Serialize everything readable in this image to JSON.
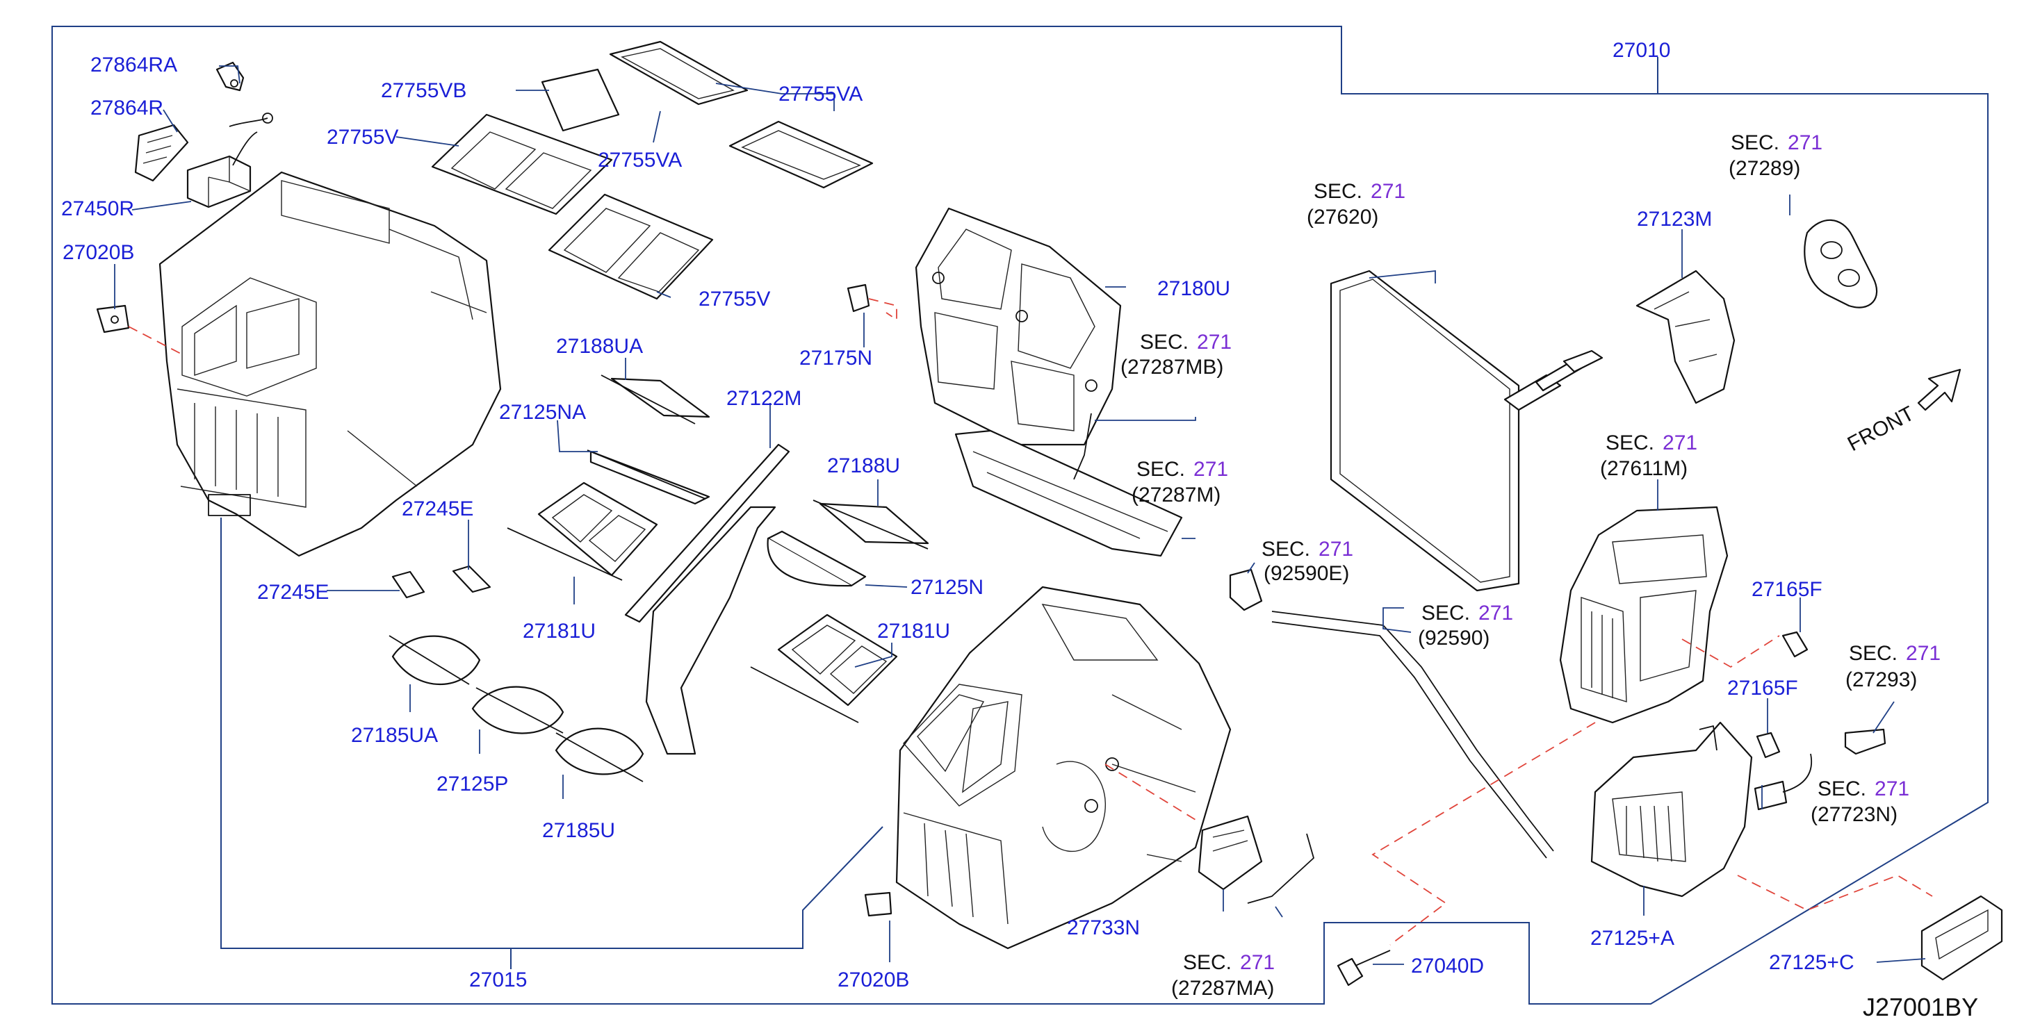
{
  "diagram": {
    "drawing_number": "J27001BY",
    "front_label": "FRONT",
    "sec_prefix": "SEC.",
    "sec_number": "271",
    "colors": {
      "part_number": "#1a1fd6",
      "section_number": "#7a2ed4",
      "leader": "#1f3f86",
      "dashed_guide": "#e0443a",
      "text": "#111111"
    },
    "part_numbers": {
      "p27010": "27010",
      "p27015": "27015",
      "p27864RA": "27864RA",
      "p27864R": "27864R",
      "p27450R": "27450R",
      "p27020B_top": "27020B",
      "p27020B_bottom": "27020B",
      "p27755VB": "27755VB",
      "p27755V_top": "27755V",
      "p27755VA_mid": "27755VA",
      "p27755VA_right": "27755VA",
      "p27755V_bottom": "27755V",
      "p27180U": "27180U",
      "p27175N": "27175N",
      "p27188UA": "27188UA",
      "p27122M": "27122M",
      "p27125NA": "27125NA",
      "p27188U": "27188U",
      "p27245E_top": "27245E",
      "p27245E_left": "27245E",
      "p27181U_left": "27181U",
      "p27125N": "27125N",
      "p27181U_right": "27181U",
      "p27185UA": "27185UA",
      "p27125P": "27125P",
      "p27185U": "27185U",
      "p27733N": "27733N",
      "p27040D": "27040D",
      "p27123M": "27123M",
      "p27165F_top": "27165F",
      "p27165F_bottom": "27165F",
      "p27125A": "27125+A",
      "p27125C": "27125+C"
    },
    "section_refs": {
      "r27289": "(27289)",
      "r27620": "(27620)",
      "r27287MB": "(27287MB)",
      "r27287M": "(27287M)",
      "r92590E": "(92590E)",
      "r92590": "(92590)",
      "r27611M": "(27611M)",
      "r27293": "(27293)",
      "r27723N": "(27723N)",
      "r27287MA": "(27287MA)"
    }
  }
}
